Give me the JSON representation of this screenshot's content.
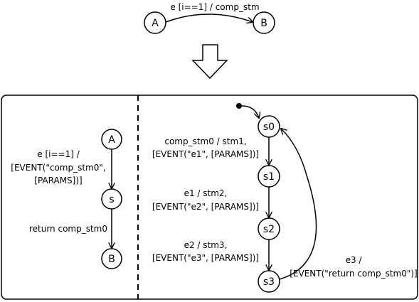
{
  "top": {
    "state_a": "A",
    "state_b": "B",
    "transition_label": "e [i==1] / comp_stm"
  },
  "left": {
    "state_a": "A",
    "state_s": "s",
    "state_b": "B",
    "t1_line1": "e [i==1] /",
    "t1_line2": "[EVENT(\"comp_stm0\",",
    "t1_line3": "[PARAMS])]",
    "t2_label": "return comp_stm0"
  },
  "right": {
    "s0": "s0",
    "s1": "s1",
    "s2": "s2",
    "s3": "s3",
    "t01_line1": "comp_stm0 / stm1,",
    "t01_line2": "[EVENT(\"e1\", [PARAMS])]",
    "t12_line1": "e1 / stm2,",
    "t12_line2": "[EVENT(\"e2\", [PARAMS])]",
    "t23_line1": "e2 / stm3,",
    "t23_line2": "[EVENT(\"e3\", [PARAMS])]",
    "t30_line1": "e3 /",
    "t30_line2": "[EVENT(\"return comp_stm0\")]"
  }
}
